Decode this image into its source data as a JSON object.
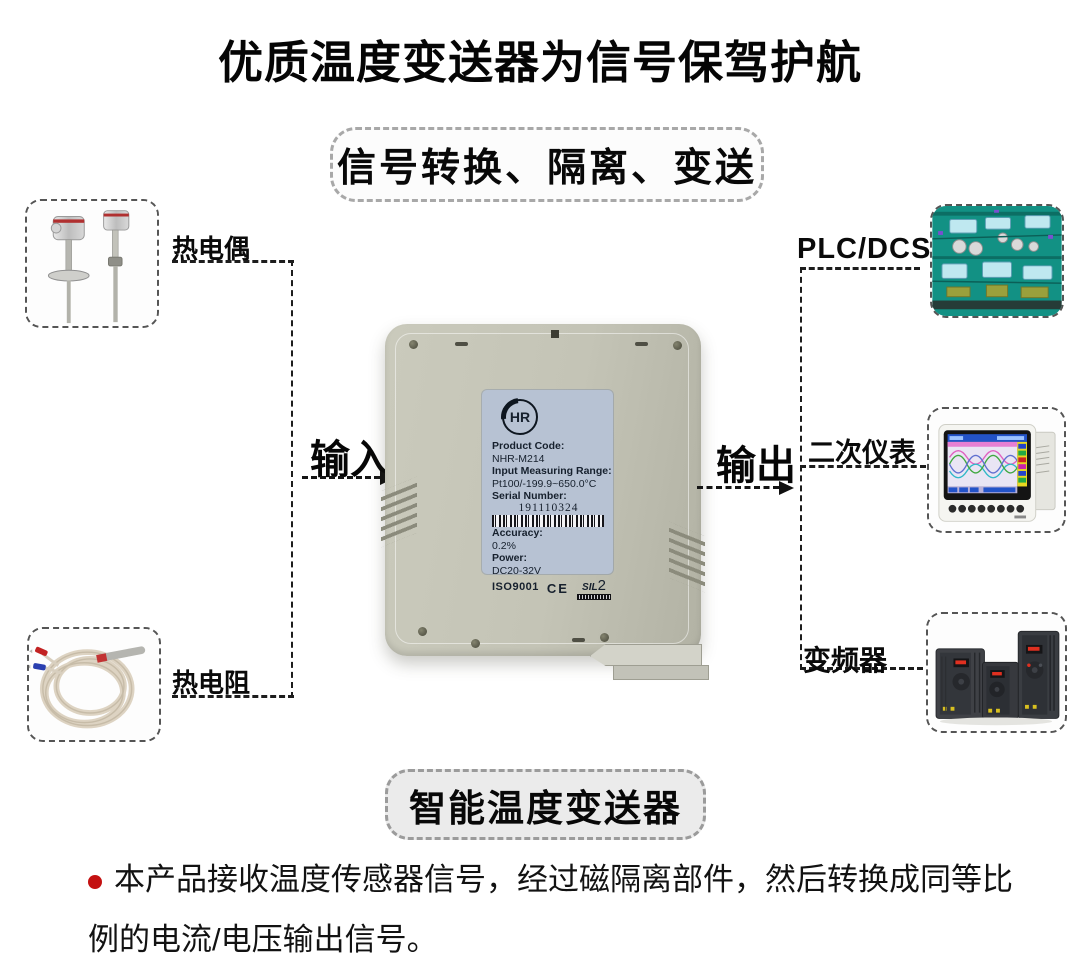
{
  "header": {
    "title": "优质温度变送器为信号保驾护航"
  },
  "banner": {
    "text": "信号转换、隔离、变送"
  },
  "flow": {
    "input_label": "输入",
    "output_label": "输出",
    "sources": [
      {
        "label": "热电偶"
      },
      {
        "label": "热电阻"
      }
    ],
    "destinations": [
      {
        "label": "PLC/DCS"
      },
      {
        "label": "二次仪表"
      },
      {
        "label": "变频器"
      }
    ]
  },
  "device": {
    "logo_text": "HR",
    "fields": [
      {
        "label": "Product Code:",
        "value": "NHR-M214"
      },
      {
        "label": "Input Measuring Range:",
        "value": "Pt100/-199.9~650.0°C"
      },
      {
        "label": "Serial Number:",
        "value": "191110324"
      },
      {
        "label": "Accuracy:",
        "value": "0.2%"
      },
      {
        "label": "Power:",
        "value": "DC20-32V"
      }
    ],
    "certs": {
      "iso": "ISO9001",
      "ce": "CE",
      "sil": "SIL",
      "sil_level": "2"
    }
  },
  "footer": {
    "box_text": "智能温度变送器",
    "description": "本产品接收温度传感器信号，经过磁隔离部件，然后转换成同等比例的电流/电压输出信号。"
  },
  "colors": {
    "bullet_red": "#c41111",
    "plate_blue": "#b7c2d3",
    "module_beige": "#c4c4b6"
  }
}
